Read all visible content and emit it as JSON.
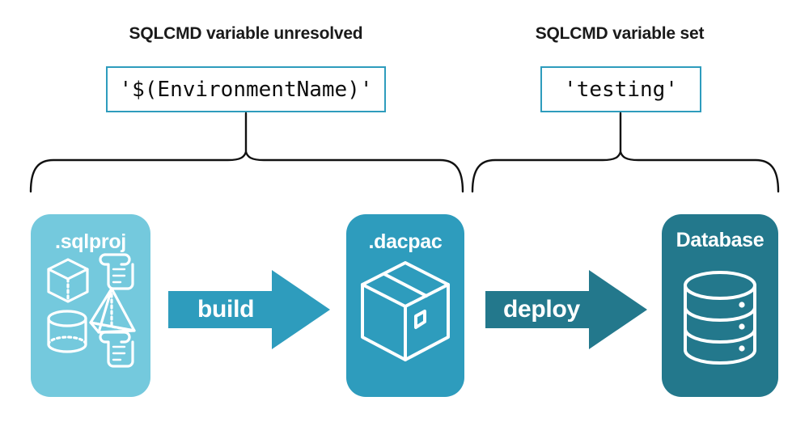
{
  "diagram": {
    "title_left": "SQLCMD variable unresolved",
    "title_right": "SQLCMD variable set",
    "code_left": "'$(EnvironmentName)'",
    "code_right": "'testing'",
    "stages": [
      {
        "id": "sqlproj",
        "label": ".sqlproj",
        "color": "#74c9dd",
        "icons": [
          "cube-icon",
          "scroll-icon",
          "pyramid-icon",
          "cylinder-icon",
          "scroll-icon"
        ]
      },
      {
        "id": "dacpac",
        "label": ".dacpac",
        "color": "#2e9cbd",
        "icons": [
          "package-box-icon"
        ]
      },
      {
        "id": "database",
        "label": "Database",
        "color": "#23788c",
        "icons": [
          "database-cylinder-icon"
        ]
      }
    ],
    "transitions": [
      {
        "id": "build",
        "label": "build",
        "color": "#2e9cbd"
      },
      {
        "id": "deploy",
        "label": "deploy",
        "color": "#23788c"
      }
    ],
    "colors": {
      "light_blue": "#74c9dd",
      "medium_teal": "#2e9cbd",
      "dark_teal": "#23788c",
      "text": "#1a1a1a",
      "brace": "#111111",
      "background": "#ffffff"
    }
  }
}
